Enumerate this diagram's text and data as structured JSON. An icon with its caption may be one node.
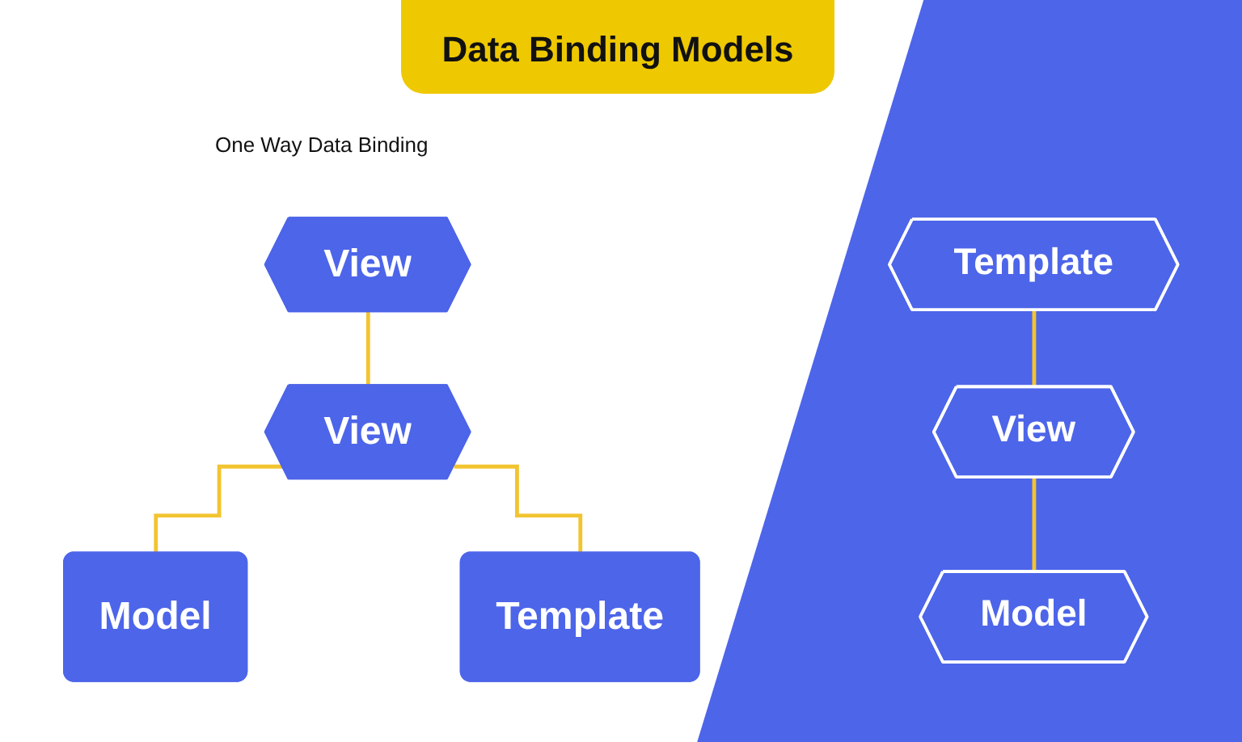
{
  "diagram": {
    "title": "Data Binding Models",
    "nodes": [
      {
        "text": [
          "View"
        ]
      },
      {
        "text": [
          "View"
        ]
      },
      {
        "text": [
          "Model"
        ]
      },
      {
        "text": [
          "Template"
        ]
      },
      {
        "text": [
          "Template"
        ]
      },
      {
        "text": [
          "View"
        ]
      },
      {
        "text": [
          "Model"
        ]
      }
    ],
    "edges": [
      {
        "from": 0,
        "to": 1,
        "arrow": "none"
      },
      {
        "from": 1,
        "to": 2,
        "arrow": "none"
      },
      {
        "from": 1,
        "to": 3,
        "arrow": "none"
      },
      {
        "from": 4,
        "to": 5,
        "arrow": "none"
      },
      {
        "from": 5,
        "to": 6,
        "arrow": "none"
      }
    ],
    "labels": [
      "One Way Data Binding"
    ]
  }
}
